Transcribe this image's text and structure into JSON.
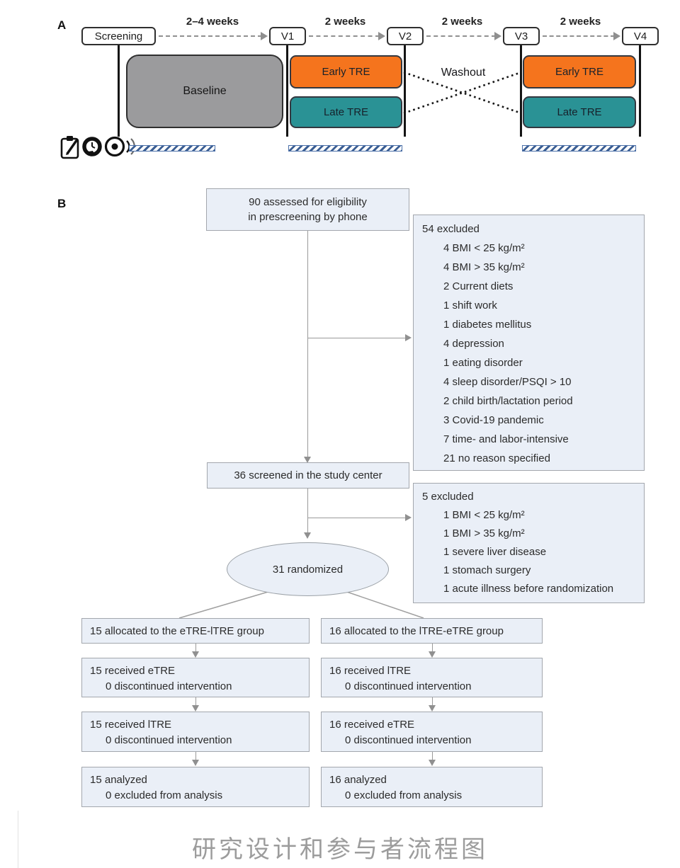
{
  "panel_a": {
    "label": "A",
    "nodes": [
      "Screening",
      "V1",
      "V2",
      "V3",
      "V4"
    ],
    "intervals": [
      "2–4 weeks",
      "2 weeks",
      "2 weeks",
      "2 weeks"
    ],
    "baseline": "Baseline",
    "washout": "Washout",
    "arm_early": "Early TRE",
    "arm_late": "Late TRE",
    "icons": [
      "questionnaire-icon",
      "smartwatch-icon",
      "sensor-icon"
    ],
    "colors": {
      "early_tre": "#f5741d",
      "late_tre": "#2a9295",
      "baseline": "#9b9b9d",
      "stripe_bar": "#3c5f94"
    }
  },
  "panel_b": {
    "label": "B",
    "prescreen": {
      "line1": "90 assessed for eligibility",
      "line2": "in prescreening by phone"
    },
    "excluded_phone": {
      "title": "54 excluded",
      "items": [
        "4 BMI < 25 kg/m²",
        "4 BMI > 35 kg/m²",
        "2 Current diets",
        "1 shift work",
        "1 diabetes mellitus",
        "4 depression",
        "1 eating disorder",
        "4 sleep disorder/PSQI > 10",
        "2 child birth/lactation period",
        "3 Covid-19 pandemic",
        "7 time- and labor-intensive",
        "21 no reason specified"
      ]
    },
    "screened": "36 screened in the study center",
    "excluded_screen": {
      "title": "5 excluded",
      "items": [
        "1 BMI < 25 kg/m²",
        "1 BMI > 35 kg/m²",
        "1 severe liver disease",
        "1 stomach surgery",
        "1 acute illness before randomization"
      ]
    },
    "randomized": "31 randomized",
    "left": {
      "allocated": "15 allocated to the eTRE-lTRE group",
      "rows": [
        {
          "line1": "15 received eTRE",
          "line2": "0 discontinued intervention"
        },
        {
          "line1": "15 received lTRE",
          "line2": "0 discontinued intervention"
        },
        {
          "line1": "15 analyzed",
          "line2": "0 excluded from analysis"
        }
      ]
    },
    "right": {
      "allocated": "16 allocated to the lTRE-eTRE group",
      "rows": [
        {
          "line1": "16 received lTRE",
          "line2": "0 discontinued intervention"
        },
        {
          "line1": "16 received eTRE",
          "line2": "0 discontinued intervention"
        },
        {
          "line1": "16 analyzed",
          "line2": "0 excluded from analysis"
        }
      ]
    },
    "colors": {
      "box_fill": "#eaeff7",
      "box_border": "#a3a7ad",
      "connector": "#9a9a9a"
    }
  },
  "caption": {
    "text": "研究设计和参与者流程图"
  }
}
